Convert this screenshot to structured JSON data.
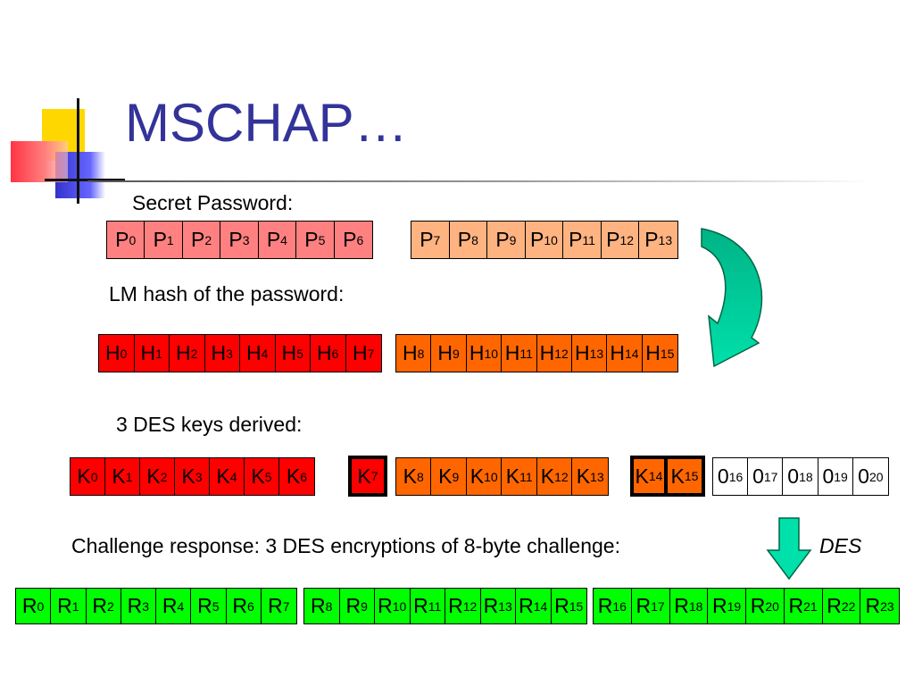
{
  "title": "MSCHAP…",
  "labels": {
    "secret": "Secret Password:",
    "lm": "LM hash of the password:",
    "des_keys": "3 DES keys derived:",
    "challenge": "Challenge response: 3 DES encryptions of 8-byte challenge:",
    "des": "DES"
  },
  "colors": {
    "title": "#333399",
    "p_light_red": "#ff8080",
    "p_peach": "#ffb380",
    "hash_red": "#ff0000",
    "hash_orange": "#ff6600",
    "response_green": "#00ff00",
    "arrow_teal": "#00d29a"
  },
  "rows": {
    "password_a": [
      "P|0",
      "P|1",
      "P|2",
      "P|3",
      "P|4",
      "P|5",
      "P|6"
    ],
    "password_b": [
      "P|7",
      "P|8",
      "P|9",
      "P|10",
      "P|11",
      "P|12",
      "P|13"
    ],
    "hash_a": [
      "H|0",
      "H|1",
      "H|2",
      "H|3",
      "H|4",
      "H|5",
      "H|6",
      "H|7"
    ],
    "hash_b": [
      "H|8",
      "H|9",
      "H|10",
      "H|11",
      "H|12",
      "H|13",
      "H|14",
      "H|15"
    ],
    "keys_a": [
      "K|0",
      "K|1",
      "K|2",
      "K|3",
      "K|4",
      "K|5",
      "K|6"
    ],
    "key_7": [
      "K|7"
    ],
    "keys_b": [
      "K|8",
      "K|9",
      "K|10",
      "K|11",
      "K|12",
      "K|13"
    ],
    "keys_c": [
      "K|14",
      "K|15"
    ],
    "pad_zeros": [
      "0|16",
      "0|17",
      "0|18",
      "0|19",
      "0|20"
    ],
    "resp_a": [
      "R|0",
      "R|1",
      "R|2",
      "R|3",
      "R|4",
      "R|5",
      "R|6",
      "R|7"
    ],
    "resp_b": [
      "R|8",
      "R|9",
      "R|10",
      "R|11",
      "R|12",
      "R|13",
      "R|14",
      "R|15"
    ],
    "resp_c": [
      "R|16",
      "R|17",
      "R|18",
      "R|19",
      "R|20",
      "R|21",
      "R|22",
      "R|23"
    ]
  }
}
